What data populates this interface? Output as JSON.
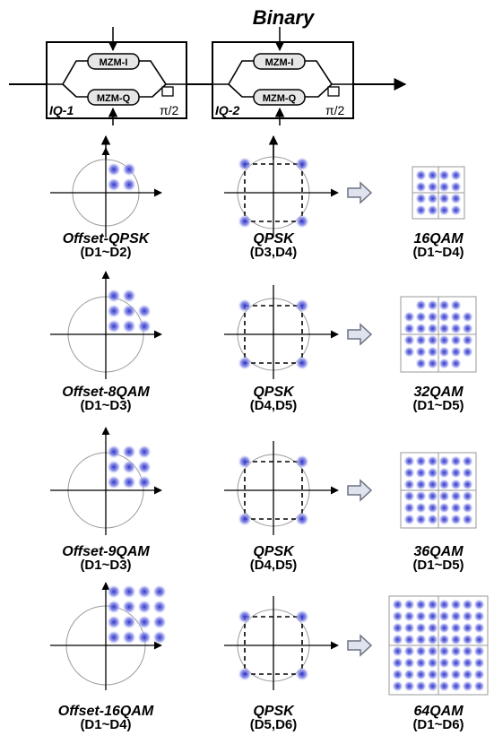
{
  "header": {
    "title": "Binary"
  },
  "modulators": [
    {
      "id": "IQ-1",
      "mzm_i": "MZM-I",
      "mzm_q": "MZM-Q",
      "phase": "π/2"
    },
    {
      "id": "IQ-2",
      "mzm_i": "MZM-I",
      "mzm_q": "MZM-Q",
      "phase": "π/2"
    }
  ],
  "rows": [
    {
      "offset": {
        "name": "Offset-QPSK",
        "drives": "(D1~D2)",
        "grid": [
          2,
          2
        ]
      },
      "qpsk": {
        "name": "QPSK",
        "drives": "(D3,D4)"
      },
      "result": {
        "name": "16QAM",
        "drives": "(D1~D4)",
        "rows": 4,
        "cols": 4,
        "clip_corners": false
      }
    },
    {
      "offset": {
        "name": "Offset-8QAM",
        "drives": "(D1~D3)",
        "grid": "8qam"
      },
      "qpsk": {
        "name": "QPSK",
        "drives": "(D4,D5)"
      },
      "result": {
        "name": "32QAM",
        "drives": "(D1~D5)",
        "rows": 6,
        "cols": 6,
        "clip_corners": true
      }
    },
    {
      "offset": {
        "name": "Offset-9QAM",
        "drives": "(D1~D3)",
        "grid": [
          3,
          3
        ]
      },
      "qpsk": {
        "name": "QPSK",
        "drives": "(D4,D5)"
      },
      "result": {
        "name": "36QAM",
        "drives": "(D1~D5)",
        "rows": 6,
        "cols": 6,
        "clip_corners": false
      }
    },
    {
      "offset": {
        "name": "Offset-16QAM",
        "drives": "(D1~D4)",
        "grid": [
          4,
          4
        ]
      },
      "qpsk": {
        "name": "QPSK",
        "drives": "(D5,D6)"
      },
      "result": {
        "name": "64QAM",
        "drives": "(D1~D6)",
        "rows": 8,
        "cols": 8,
        "clip_corners": false
      }
    }
  ],
  "colors": {
    "symbol": "#4a4fd8",
    "line": "#000000",
    "circle": "#9a9a9a",
    "arrow_fill": "#dfe3ee",
    "arrow_stroke": "#6b7280"
  }
}
